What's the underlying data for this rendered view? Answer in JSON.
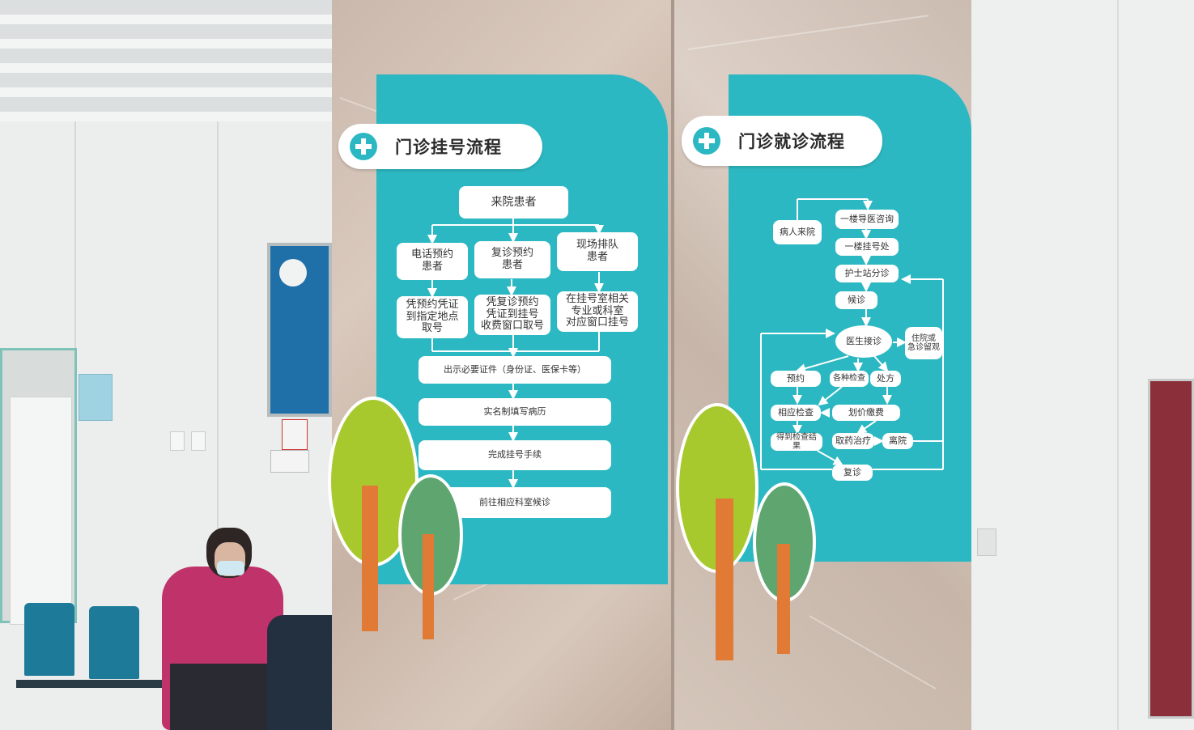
{
  "left_sign": {
    "title": "门诊挂号流程",
    "nodes": {
      "patient": "来院患者",
      "phone": "电话预约\n患者",
      "revisit": "复诊预约\n患者",
      "walkin": "现场排队\n患者",
      "phone_step": "凭预约凭证\n到指定地点\n取号",
      "revisit_step": "凭复诊预约\n凭证到挂号\n收费窗口取号",
      "walkin_step": "在挂号室相关\n专业或科室\n对应窗口挂号",
      "show_id": "出示必要证件（身份证、医保卡等）",
      "real_name": "实名制填写病历",
      "complete": "完成挂号手续",
      "go_dept": "前往相应科室候诊"
    }
  },
  "right_sign": {
    "title": "门诊就诊流程",
    "nodes": {
      "arrive": "病人来院",
      "consult": "一楼导医咨询",
      "register": "一楼挂号处",
      "triage": "护士站分诊",
      "wait": "候诊",
      "doctor": "医生接诊",
      "admit": "住院或\n急诊留观",
      "appointment": "预约",
      "exams": "各种检查",
      "prescription": "处方",
      "related_exam": "相应检查",
      "pay": "划价缴费",
      "results": "得到检查结果",
      "medicine": "取药治疗",
      "leave": "离院",
      "revisit": "复诊"
    }
  },
  "colors": {
    "board": "#2cb8c2",
    "tree_light": "#a8c92e",
    "tree_dark": "#5fa56f",
    "trunk": "#e07a35"
  }
}
